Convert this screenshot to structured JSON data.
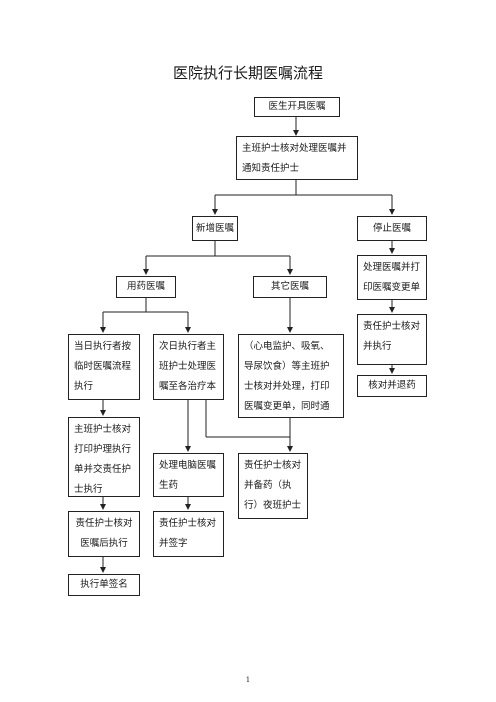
{
  "title": "医院执行长期医嘱流程",
  "page_number": "1",
  "nodes": {
    "doctor_order": "医生开具医嘱",
    "charge_nurse_check": "主班护士核对处理医嘱并通知责任护士",
    "new_order": "新增医嘱",
    "stop_order": "停止医嘱",
    "medication_order": "用药医嘱",
    "other_order": "其它医嘱",
    "same_day": "当日执行者按临时医嘱流程执行",
    "next_day": "次日执行者主班护士处理医嘱至各治疗本",
    "monitoring": "（心电监护、吸氧、导尿饮食）等主班护士核对并处理，打印医嘱变更单，同时通知责任护士执行",
    "print_change_form": "处理医嘱并打印医嘱变更单",
    "resp_nurse_check_execute": "责任护士核对并执行",
    "check_return": "核对并退药",
    "print_exec_form": "主班护士核对打印护理执行单并交责任护士执行",
    "computer_order": "处理电脑医嘱生药",
    "resp_nurse_prepare": "责任护士核对并备药（执行）夜班护士核对",
    "resp_nurse_after_check": "责任护士核对医嘱后执行",
    "resp_nurse_sign": "责任护士核对并签字",
    "exec_sign": "执行单签名"
  }
}
